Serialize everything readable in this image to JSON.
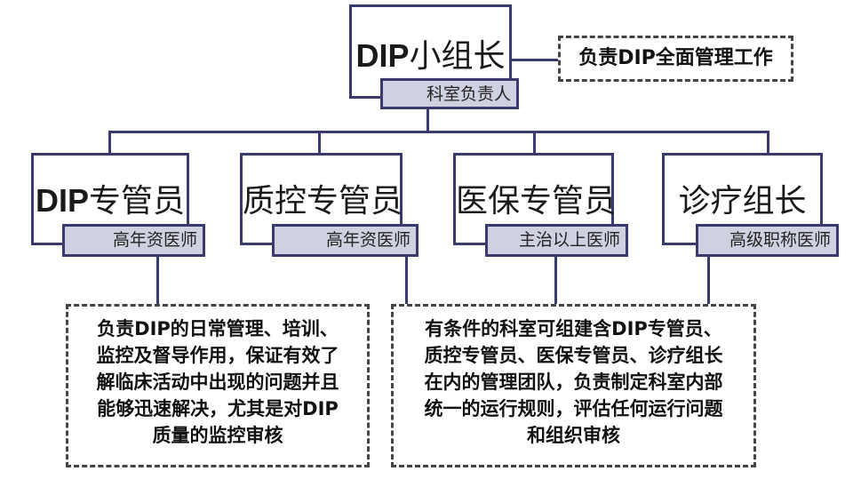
{
  "leader": {
    "title_prefix": "DIP",
    "title_suffix": "小组长",
    "role": "科室负责人",
    "duty": "负责DIP全面管理工作"
  },
  "members": [
    {
      "title_prefix": "DIP",
      "title_suffix": "专管员",
      "role": "高年资医师"
    },
    {
      "title_prefix": "",
      "title_suffix": "质控专管员",
      "role": "高年资医师"
    },
    {
      "title_prefix": "",
      "title_suffix": "医保专管员",
      "role": "主治以上医师"
    },
    {
      "title_prefix": "",
      "title_suffix": "诊疗组长",
      "role": "高级职称医师"
    }
  ],
  "descriptions": {
    "left": [
      "负责DIP的日常管理、培训、",
      "监控及督导作用，保证有效了",
      "解临床活动中出现的问题并且",
      "能够迅速解决，尤其是对DIP",
      "质量的监控审核"
    ],
    "right": [
      "有条件的科室可组建含DIP专管员、",
      "质控专管员、医保专管员、诊疗组长",
      "在内的管理团队，负责制定科室内部",
      "统一的运行规则，评估任何运行问题",
      "和组织审核"
    ]
  }
}
